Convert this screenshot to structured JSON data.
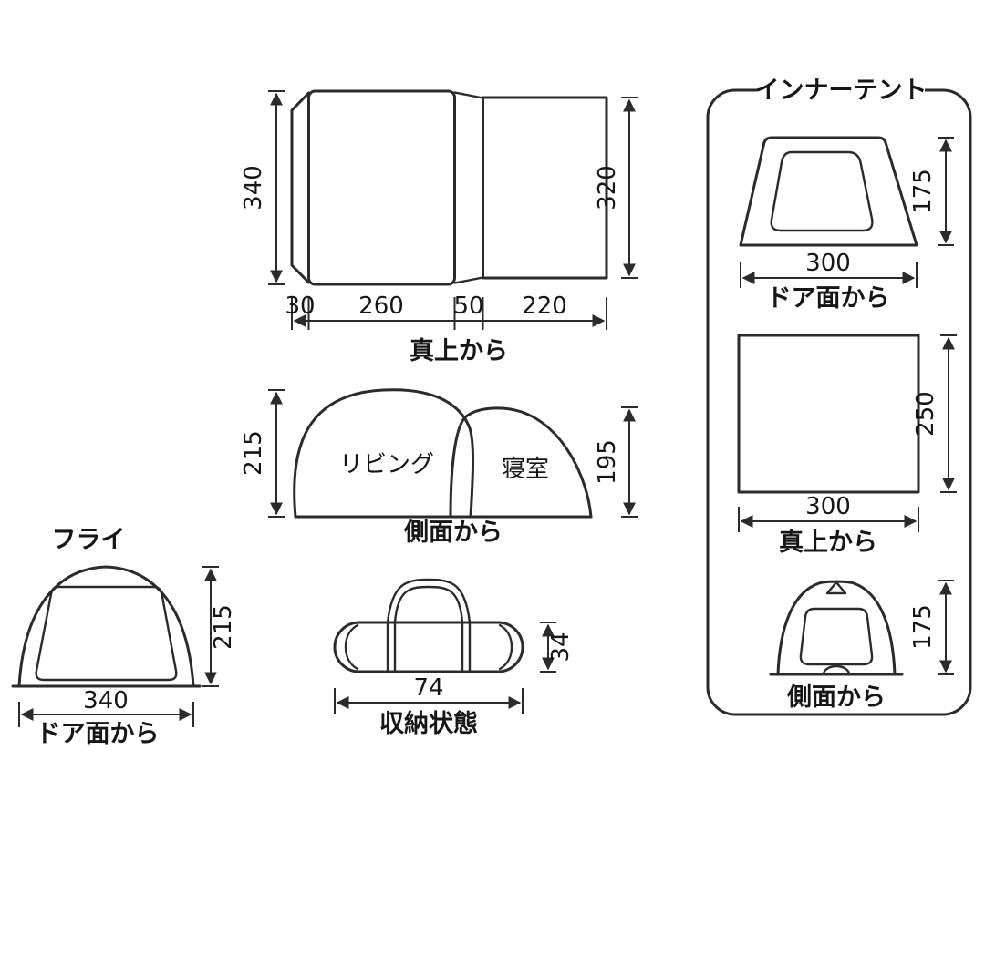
{
  "page": {
    "background": "#ffffff",
    "line_color": "#2b2b2b"
  },
  "main_tent": {
    "top_view": {
      "caption": "真上から",
      "depth_left": "340",
      "depth_right": "320",
      "widths": [
        "30",
        "260",
        "50",
        "220"
      ]
    },
    "side_view": {
      "caption": "側面から",
      "height_left": "215",
      "height_right": "195",
      "room_living": "リビング",
      "room_bedroom": "寝室"
    },
    "fly_view": {
      "title": "フライ",
      "caption": "ドア面から",
      "height": "215",
      "width": "340"
    },
    "packed": {
      "caption": "収納状態",
      "width": "74",
      "height": "34"
    }
  },
  "inner_tent": {
    "title": "インナーテント",
    "door_view": {
      "caption": "ドア面から",
      "height": "175",
      "width": "300"
    },
    "top_view": {
      "caption": "真上から",
      "depth": "250",
      "width": "300"
    },
    "side_view": {
      "caption": "側面から",
      "height": "175"
    }
  }
}
